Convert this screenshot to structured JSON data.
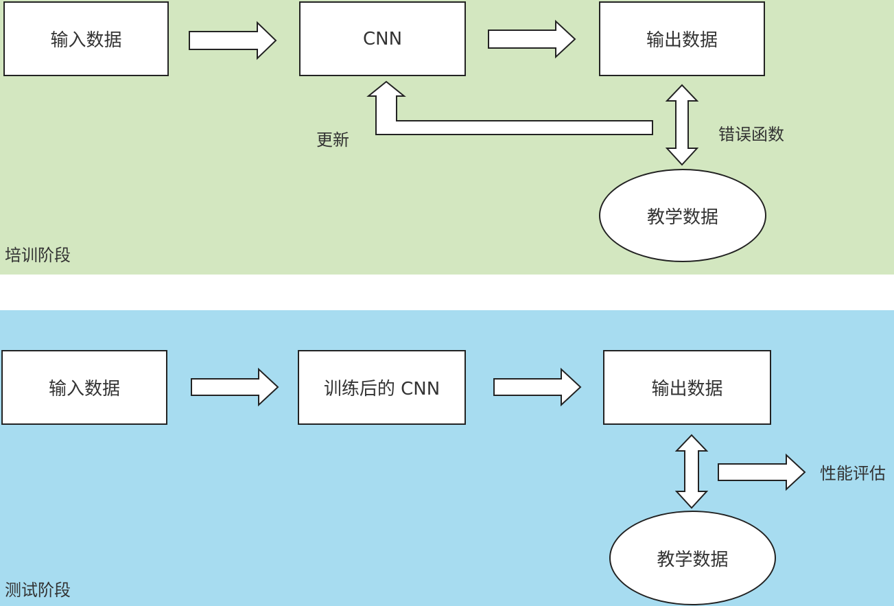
{
  "colors": {
    "training_bg": "#d3e7c0",
    "testing_bg": "#a7dcf0",
    "box_fill": "#ffffff",
    "stroke": "#222222"
  },
  "training": {
    "stage_label": "培训阶段",
    "input_label": "输入数据",
    "model_label": "CNN",
    "output_label": "输出数据",
    "teacher_label": "教学数据",
    "update_label": "更新",
    "error_label": "错误函数"
  },
  "testing": {
    "stage_label": "测试阶段",
    "input_label": "输入数据",
    "model_label": "训练后的 CNN",
    "output_label": "输出数据",
    "teacher_label": "教学数据",
    "eval_label": "性能评估"
  }
}
